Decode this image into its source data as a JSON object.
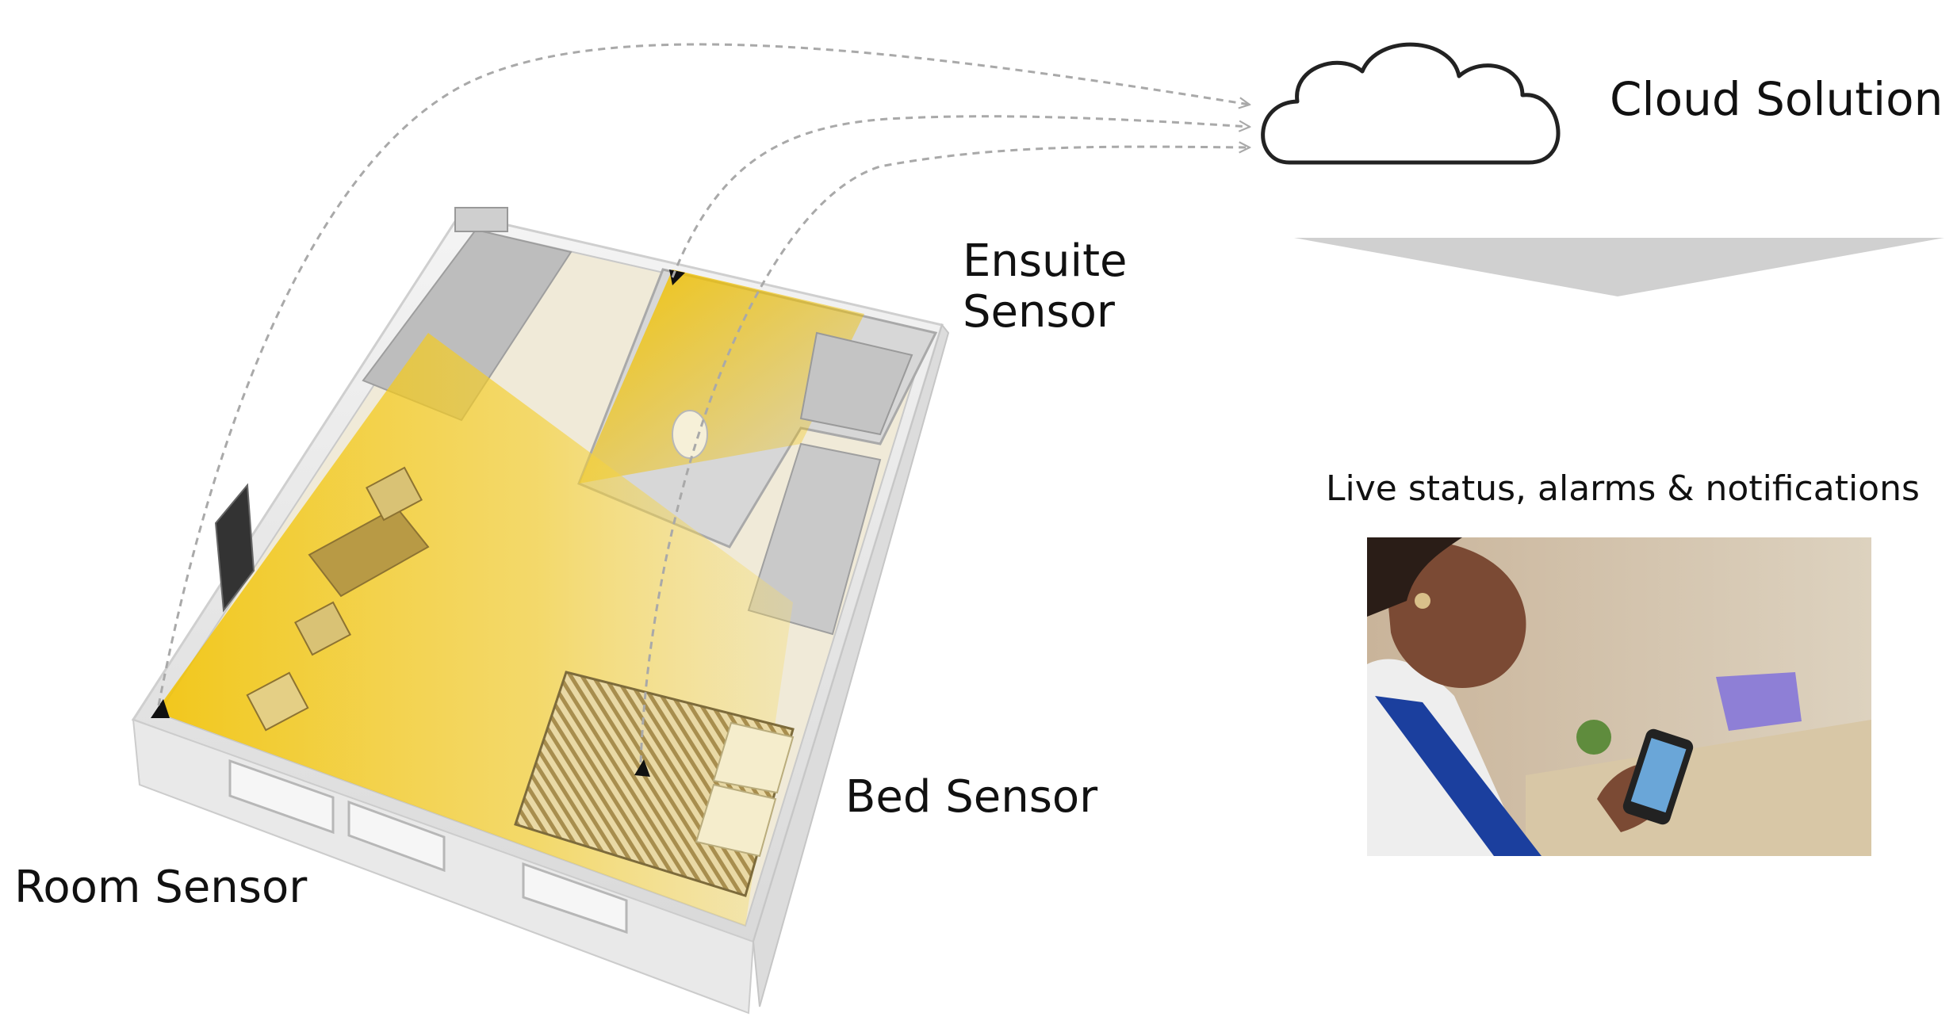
{
  "labels": {
    "cloud": "Cloud Solution",
    "ensuite_line1": "Ensuite",
    "ensuite_line2": "Sensor",
    "bed": "Bed Sensor",
    "room": "Room Sensor",
    "live": "Live status, alarms & notifications"
  },
  "colors": {
    "sensor_zone": "#f2c200",
    "arrow": "#a9a9a9",
    "funnel": "#d0d0d0",
    "caregiver_lanyard": "#1b3f9e",
    "chair": "#8e7fd6"
  },
  "icons": {
    "cloud": "cloud-icon",
    "sensor": "sensor-marker-icon"
  }
}
